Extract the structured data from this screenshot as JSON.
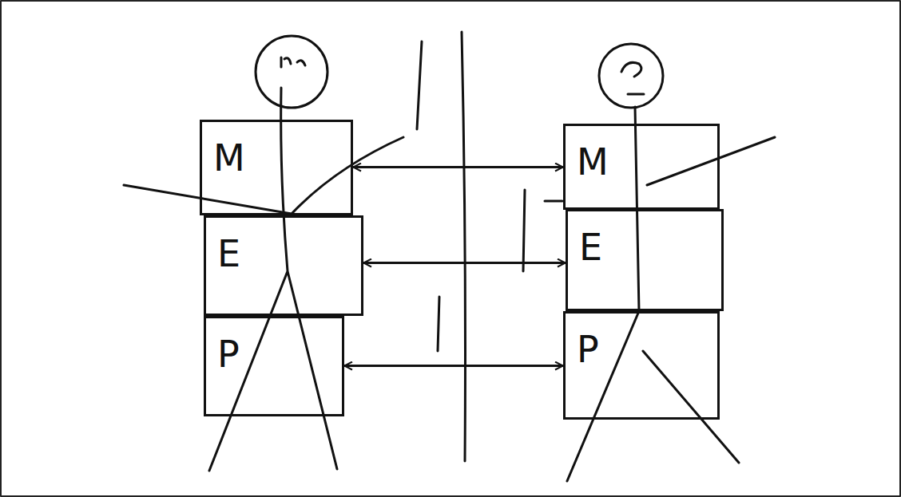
{
  "diagram": {
    "nodes": [
      {
        "text": [
          "M"
        ]
      },
      {
        "text": [
          "E"
        ]
      },
      {
        "text": [
          "P"
        ]
      },
      {
        "text": [
          "M"
        ]
      },
      {
        "text": [
          "E"
        ]
      },
      {
        "text": [
          "P"
        ]
      }
    ],
    "edges": [
      {
        "from": 0,
        "to": 3,
        "arrow": "both"
      },
      {
        "from": 1,
        "to": 4,
        "arrow": "both"
      },
      {
        "from": 2,
        "to": 5,
        "arrow": "both"
      }
    ]
  }
}
